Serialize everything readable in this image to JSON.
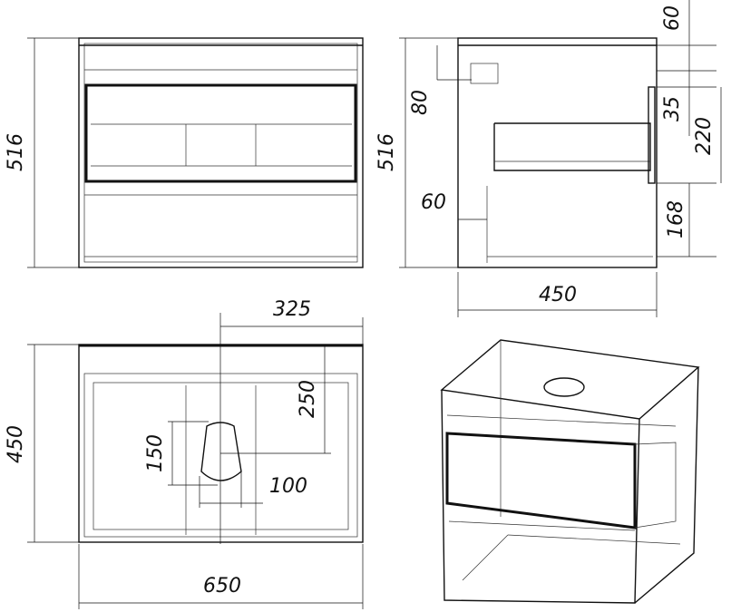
{
  "front_view": {
    "height_label": "516"
  },
  "side_view": {
    "height_label": "516",
    "depth_label": "450",
    "top_offset_label": "60",
    "left_offset_label": "80",
    "rail_label": "35",
    "drawer_height_label": "220",
    "bottom_drawer_label": "168",
    "bottom_offset_label": "60"
  },
  "top_view": {
    "depth_label": "450",
    "width_label": "650",
    "hole_offset_x_label": "325",
    "hole_offset_y_label": "250",
    "hole_height_label": "150",
    "hole_width_label": "100"
  }
}
